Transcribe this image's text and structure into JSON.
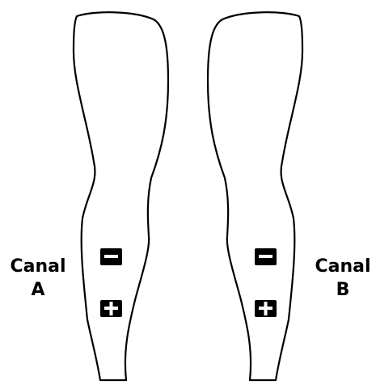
{
  "channels": [
    {
      "name": "Canal",
      "id": "A"
    },
    {
      "name": "Canal",
      "id": "B"
    }
  ],
  "electrodes": {
    "negative_symbol": "minus",
    "positive_symbol": "plus"
  },
  "colors": {
    "outline": "#000000",
    "electrode": "#000000",
    "background": "#ffffff"
  }
}
